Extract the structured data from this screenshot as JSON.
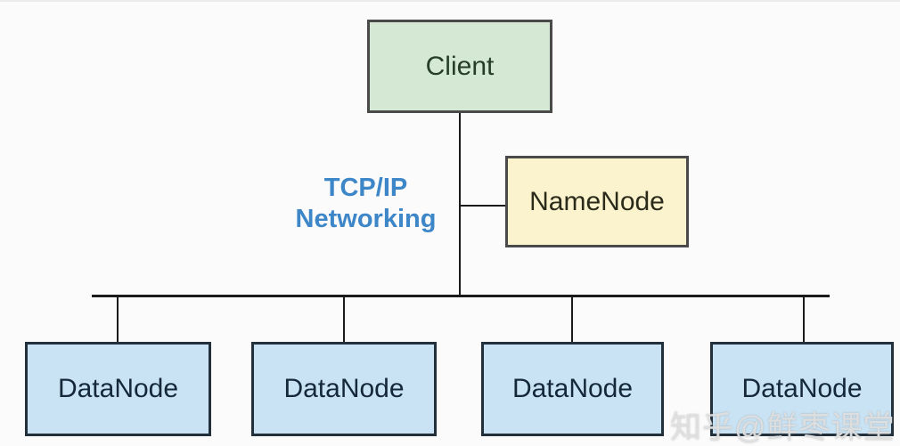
{
  "diagram": {
    "client": {
      "label": "Client"
    },
    "namenode": {
      "label": "NameNode"
    },
    "network_label": {
      "line1": "TCP/IP",
      "line2": "Networking"
    },
    "datanodes": [
      {
        "label": "DataNode"
      },
      {
        "label": "DataNode"
      },
      {
        "label": "DataNode"
      },
      {
        "label": "DataNode"
      }
    ],
    "watermark": "知乎@鲜枣课堂",
    "colors": {
      "background": "#fbfbfb",
      "client_fill": "#d5e8d4",
      "client_border": "#4a4a4a",
      "namenode_fill": "#fbf3cd",
      "namenode_border": "#4a4a4a",
      "datanode_fill": "#c9e3f4",
      "datanode_border": "#22303c",
      "connector": "#1a1a1a",
      "network_label_text": "#3d86c8",
      "node_text": "#222222"
    }
  }
}
